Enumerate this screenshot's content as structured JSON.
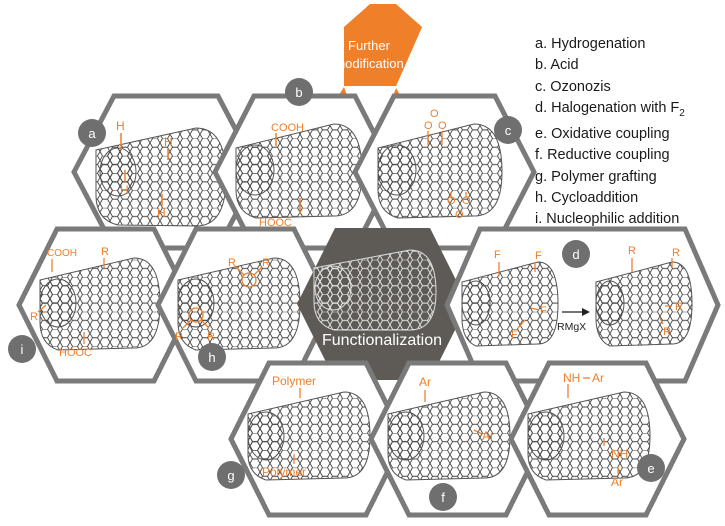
{
  "center": {
    "label": "Functionalization"
  },
  "further": {
    "line1": "Further",
    "line2": "modification"
  },
  "legend": {
    "a": "a. Hydrogenation",
    "b": "b. Acid",
    "c": "c. Ozonozis",
    "d": "d. Halogenation with F",
    "d_sub": "2",
    "e": "e. Oxidative coupling",
    "f": "f. Reductive coupling",
    "g": "g. Polymer grafting",
    "h": "h. Cycloaddition",
    "i": "i. Nucleophilic addition"
  },
  "badges": {
    "a": "a",
    "b": "b",
    "c": "c",
    "d": "d",
    "e": "e",
    "f": "f",
    "g": "g",
    "h": "h",
    "i": "i"
  },
  "labels": {
    "H": "H",
    "COOH": "COOH",
    "HOOC": "HOOC",
    "O": "O",
    "R": "R",
    "F": "F",
    "rmgx": "RMgX",
    "polymer": "Polymer",
    "ar": "Ar",
    "nh": "NH"
  },
  "colors": {
    "accent": "#f07f29",
    "frame": "#7a7a7a",
    "badge": "#6f6f6f",
    "center_fill": "#5e5a56",
    "tube": "#4a4a4a"
  }
}
